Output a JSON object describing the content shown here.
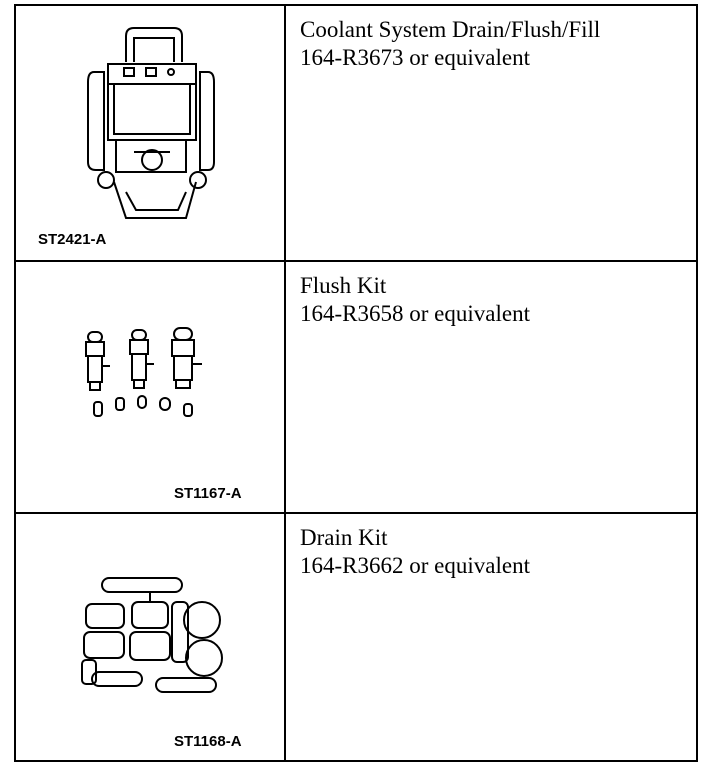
{
  "rows": [
    {
      "code": "ST2421-A",
      "title": "Coolant System Drain/Flush/Fill",
      "part": "164-R3673 or equivalent",
      "illustration": "coolant-system-tool"
    },
    {
      "code": "ST1167-A",
      "title": "Flush Kit",
      "part": "164-R3658 or equivalent",
      "illustration": "flush-kit"
    },
    {
      "code": "ST1168-A",
      "title": "Drain Kit",
      "part": "164-R3662 or equivalent",
      "illustration": "drain-kit"
    }
  ]
}
